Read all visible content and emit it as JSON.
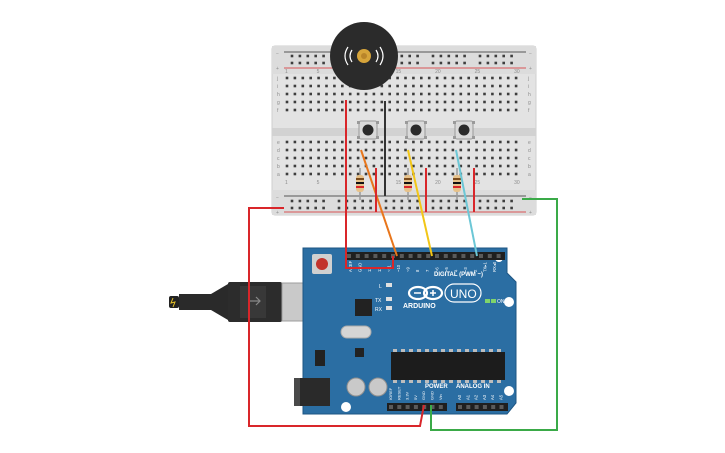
{
  "board": {
    "logo_text": "UNO",
    "brand_text": "ARDUINO",
    "digital_label": "DIGITAL (PWM ~)",
    "analog_label": "ANALOG IN",
    "power_label": "POWER",
    "on_label": "ON",
    "led_l": "L",
    "led_tx": "TX",
    "led_rx": "RX",
    "pin_labels_top": [
      "AREF",
      "GND",
      "13",
      "12",
      "~11",
      "~10",
      "~9",
      "8",
      "7",
      "~6",
      "~5",
      "4",
      "~3",
      "2",
      "TX▸1",
      "RX◂0"
    ],
    "pin_labels_power": [
      "IOREF",
      "RESET",
      "3.3V",
      "5V",
      "GND",
      "GND",
      "Vin"
    ],
    "pin_labels_analog": [
      "A0",
      "A1",
      "A2",
      "A3",
      "A4",
      "A5"
    ]
  },
  "breadboard": {
    "row_letters_top": [
      "j",
      "i",
      "h",
      "g",
      "f"
    ],
    "row_letters_bottom": [
      "e",
      "d",
      "c",
      "b",
      "a"
    ],
    "plus_sign": "+",
    "minus_sign": "−",
    "column_numbers": [
      "1",
      "5",
      "10",
      "15",
      "20",
      "25",
      "30"
    ]
  },
  "components": {
    "buzzer": "piezo-buzzer",
    "buttons": 3,
    "resistors": 3
  },
  "colors": {
    "board": "#2b6ea3",
    "wire_red": "#d9262a",
    "wire_green": "#3aaa48",
    "wire_orange": "#e8761c",
    "wire_yellow": "#f2c617",
    "wire_cyan": "#6cc7d6",
    "wire_black": "#333333"
  }
}
